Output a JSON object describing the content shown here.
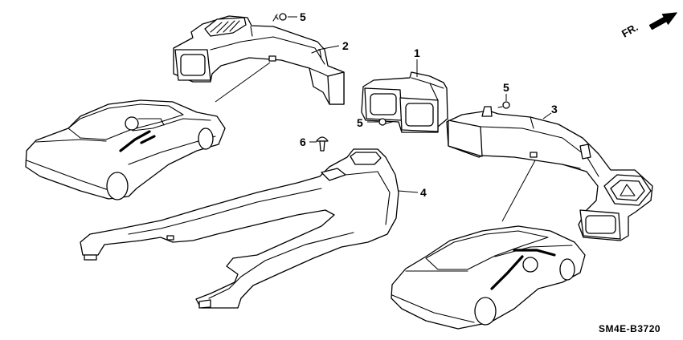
{
  "diagram_code": "SM4E-B3720",
  "direction_arrow": {
    "label": "FR.",
    "icon": "arrow-up-right-icon"
  },
  "callouts": {
    "part_1": "1",
    "part_2": "2",
    "part_3": "3",
    "part_4": "4",
    "screw_top": "5",
    "screw_center": "5",
    "screw_right": "5",
    "clip": "6"
  }
}
